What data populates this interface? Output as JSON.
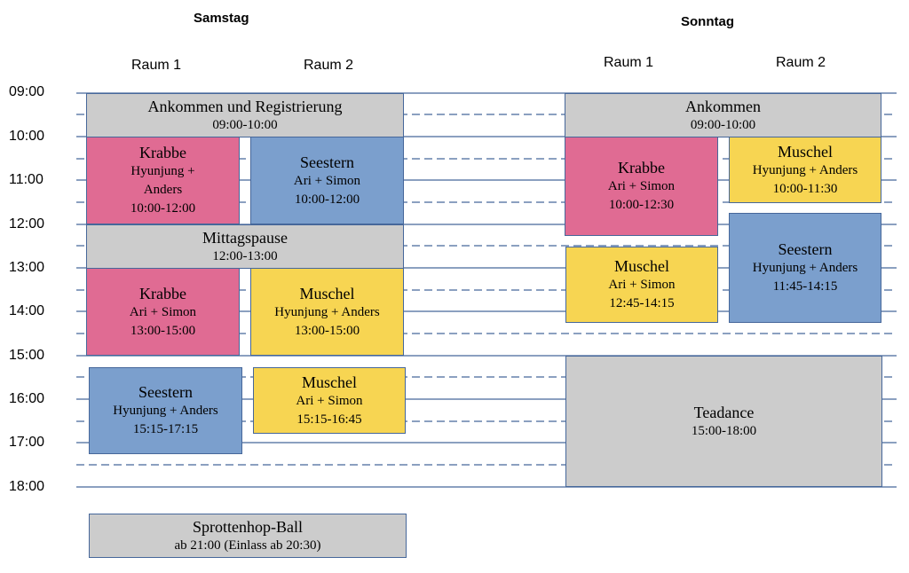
{
  "days": {
    "saturday": "Samstag",
    "sunday": "Sonntag"
  },
  "rooms": {
    "room1": "Raum 1",
    "room2": "Raum 2"
  },
  "times": [
    "09:00",
    "10:00",
    "11:00",
    "12:00",
    "13:00",
    "14:00",
    "15:00",
    "16:00",
    "17:00",
    "18:00"
  ],
  "colors": {
    "gray": "#cccccc",
    "pink": "#e06b93",
    "blue": "#7b9fcd",
    "yellow": "#f7d552",
    "border": "#46679a"
  },
  "saturday": {
    "arrival": {
      "title": "Ankommen und Registrierung",
      "time": "09:00-10:00"
    },
    "krabbe1": {
      "title": "Krabbe",
      "people": "Hyunjung +",
      "people2": "Anders",
      "time": "10:00-12:00"
    },
    "seestern1": {
      "title": "Seestern",
      "people": "Ari + Simon",
      "time": "10:00-12:00"
    },
    "lunch": {
      "title": "Mittagspause",
      "time": "12:00-13:00"
    },
    "krabbe2": {
      "title": "Krabbe",
      "people": "Ari + Simon",
      "time": "13:00-15:00"
    },
    "muschel1": {
      "title": "Muschel",
      "people": "Hyunjung + Anders",
      "time": "13:00-15:00"
    },
    "seestern2": {
      "title": "Seestern",
      "people": "Hyunjung + Anders",
      "time": "15:15-17:15"
    },
    "muschel2": {
      "title": "Muschel",
      "people": "Ari + Simon",
      "time": "15:15-16:45"
    },
    "ball": {
      "title": "Sprottenhop-Ball",
      "time": "ab 21:00 (Einlass ab 20:30)"
    }
  },
  "sunday": {
    "arrival": {
      "title": "Ankommen",
      "time": "09:00-10:00"
    },
    "krabbe": {
      "title": "Krabbe",
      "people": "Ari + Simon",
      "time": "10:00-12:30"
    },
    "muschel1": {
      "title": "Muschel",
      "people": "Hyunjung + Anders",
      "time": "10:00-11:30"
    },
    "seestern": {
      "title": "Seestern",
      "people": "Hyunjung + Anders",
      "time": "11:45-14:15"
    },
    "muschel2": {
      "title": "Muschel",
      "people": "Ari + Simon",
      "time": "12:45-14:15"
    },
    "teadance": {
      "title": "Teadance",
      "time": "15:00-18:00"
    }
  }
}
